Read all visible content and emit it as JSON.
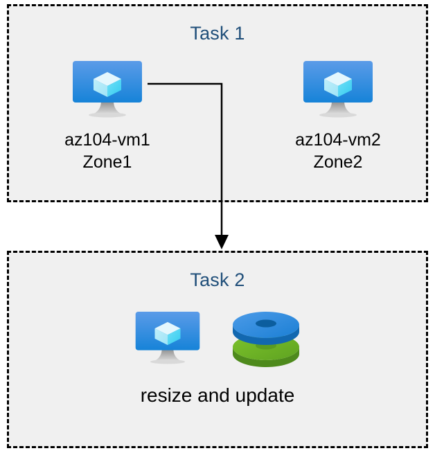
{
  "diagram": {
    "background_color": "#FFFFFF",
    "box_fill_color": "#F0F0F0",
    "box_border_color": "#000000",
    "title_color": "#1F4E79",
    "label_color": "#000000",
    "connector_color": "#000000",
    "accent_blue": "#1683D8",
    "accent_green": "#6CB32C"
  },
  "task1": {
    "title": "Task 1",
    "nodes": [
      {
        "icon": "virtual-machine-icon",
        "name": "az104-vm1",
        "zone": "Zone1",
        "label": "az104-vm1\nZone1"
      },
      {
        "icon": "virtual-machine-icon",
        "name": "az104-vm2",
        "zone": "Zone2",
        "label": "az104-vm2\nZone2"
      }
    ]
  },
  "task2": {
    "title": "Task 2",
    "icons": [
      {
        "icon": "virtual-machine-icon"
      },
      {
        "icon": "managed-disks-icon"
      }
    ],
    "caption": "resize and update"
  },
  "connector": {
    "from": "az104-vm1",
    "to": "Task 2",
    "arrow": "down-arrowhead"
  }
}
